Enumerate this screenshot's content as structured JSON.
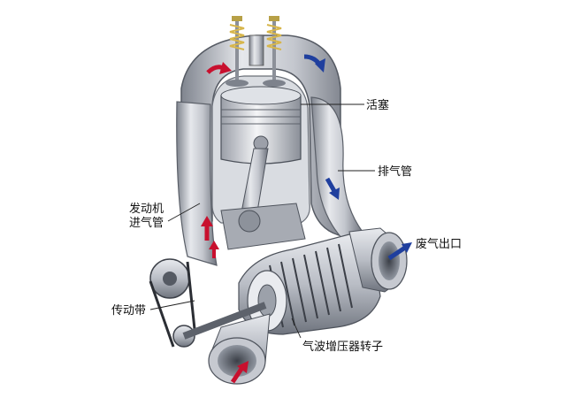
{
  "diagram": {
    "labels": {
      "piston": "活塞",
      "exhaust_pipe": "排气管",
      "intake_line1": "发动机",
      "intake_line2": "进气管",
      "exhaust_outlet": "废气出口",
      "belt": "传动带",
      "rotor": "气波增压器转子"
    },
    "colors": {
      "exhaust_arrow": "#1f3f9e",
      "intake_arrow": "#c8102e",
      "metal": "#c9ccd3",
      "metal_dark": "#7d828c",
      "spring": "#d7b64b"
    }
  }
}
